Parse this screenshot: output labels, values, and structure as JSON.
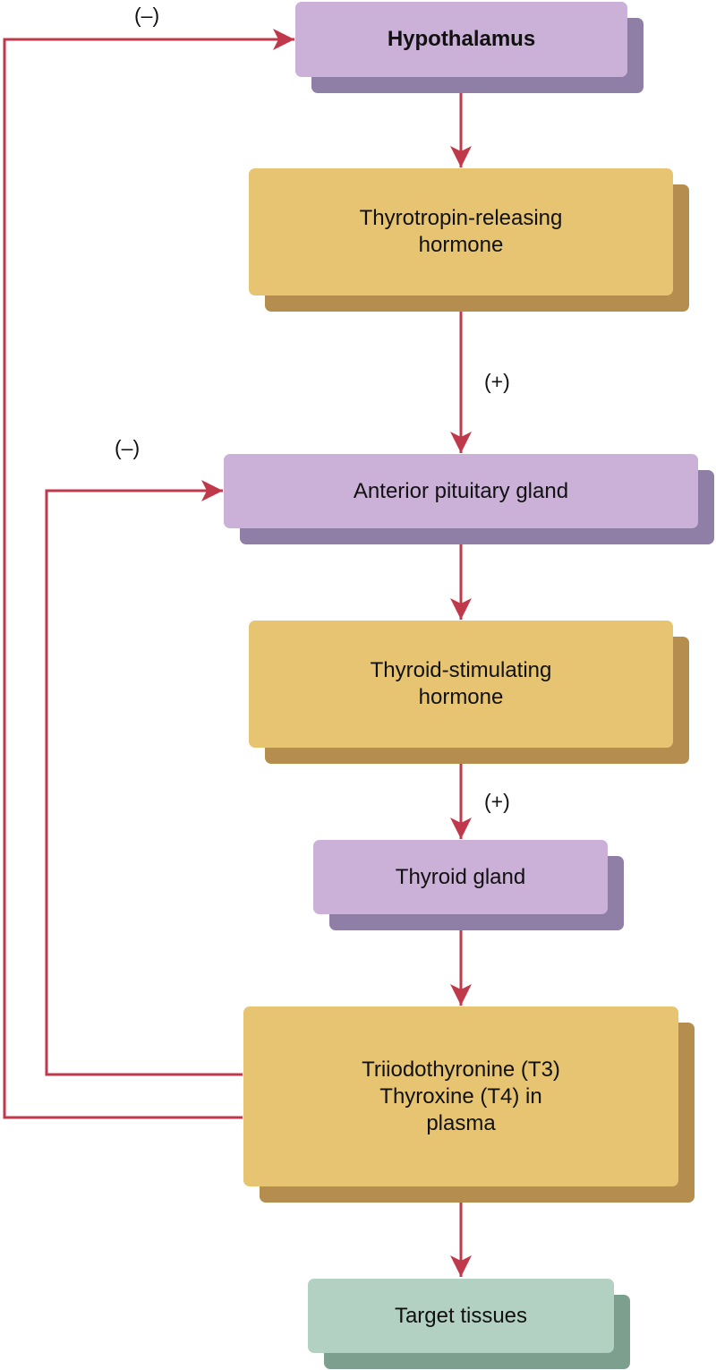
{
  "colors": {
    "arrow": "#c0394b",
    "purple_face": "#cbb0d8",
    "purple_shadow": "#8f7ea6",
    "gold_face": "#e6c472",
    "gold_shadow": "#b48d4f",
    "green_face": "#b3d1c2",
    "green_shadow": "#7d9f8e"
  },
  "nodes": {
    "hypothalamus": {
      "lines": [
        "Hypothalamus"
      ]
    },
    "trh": {
      "lines": [
        "Thyrotropin-releasing",
        "hormone"
      ]
    },
    "pituitary": {
      "lines": [
        "Anterior pituitary gland"
      ]
    },
    "tsh": {
      "lines": [
        "Thyroid-stimulating",
        "hormone"
      ]
    },
    "thyroid": {
      "lines": [
        "Thyroid gland"
      ]
    },
    "t3t4": {
      "lines": [
        "Triiodothyronine (T3)",
        "Thyroxine (T4) in",
        "plasma"
      ]
    },
    "target": {
      "lines": [
        "Target tissues"
      ]
    }
  },
  "signs": {
    "neg_hypothalamus": "(–)",
    "neg_pituitary": "(–)",
    "pos_trh": "(+)",
    "pos_tsh": "(+)"
  }
}
